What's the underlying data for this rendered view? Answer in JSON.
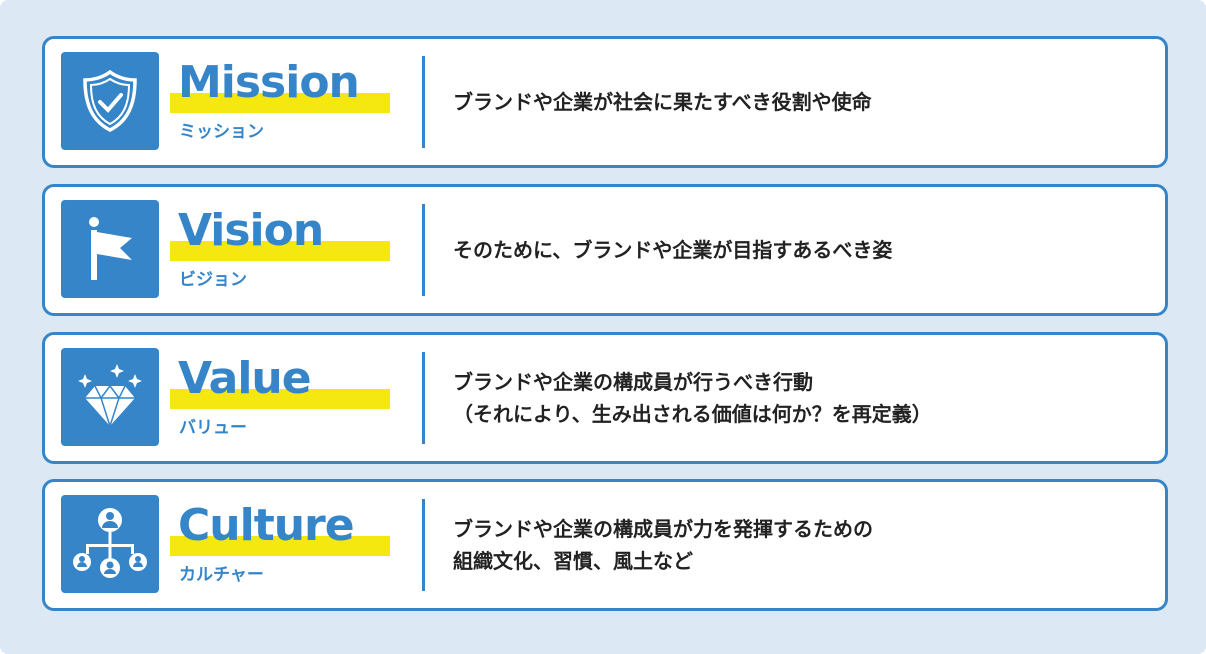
{
  "colors": {
    "accent": "#3585c8",
    "highlight": "#f4e810",
    "background": "#dce8f4"
  },
  "items": [
    {
      "title": "Mission",
      "subtitle": "ミッション",
      "icon": "shield-check-icon",
      "lines": [
        "ブランドや企業が社会に果たすべき役割や使命"
      ]
    },
    {
      "title": "Vision",
      "subtitle": "ビジョン",
      "icon": "flag-icon",
      "lines": [
        "そのために、ブランドや企業が目指すあるべき姿"
      ]
    },
    {
      "title": "Value",
      "subtitle": "バリュー",
      "icon": "diamond-icon",
      "lines": [
        "ブランドや企業の構成員が行うべき行動",
        "（それにより、生み出される価値は何か？を再定義）"
      ]
    },
    {
      "title": "Culture",
      "subtitle": "カルチャー",
      "icon": "people-network-icon",
      "lines": [
        "ブランドや企業の構成員が力を発揮するための",
        "組織文化、習慣、風土など"
      ]
    }
  ]
}
